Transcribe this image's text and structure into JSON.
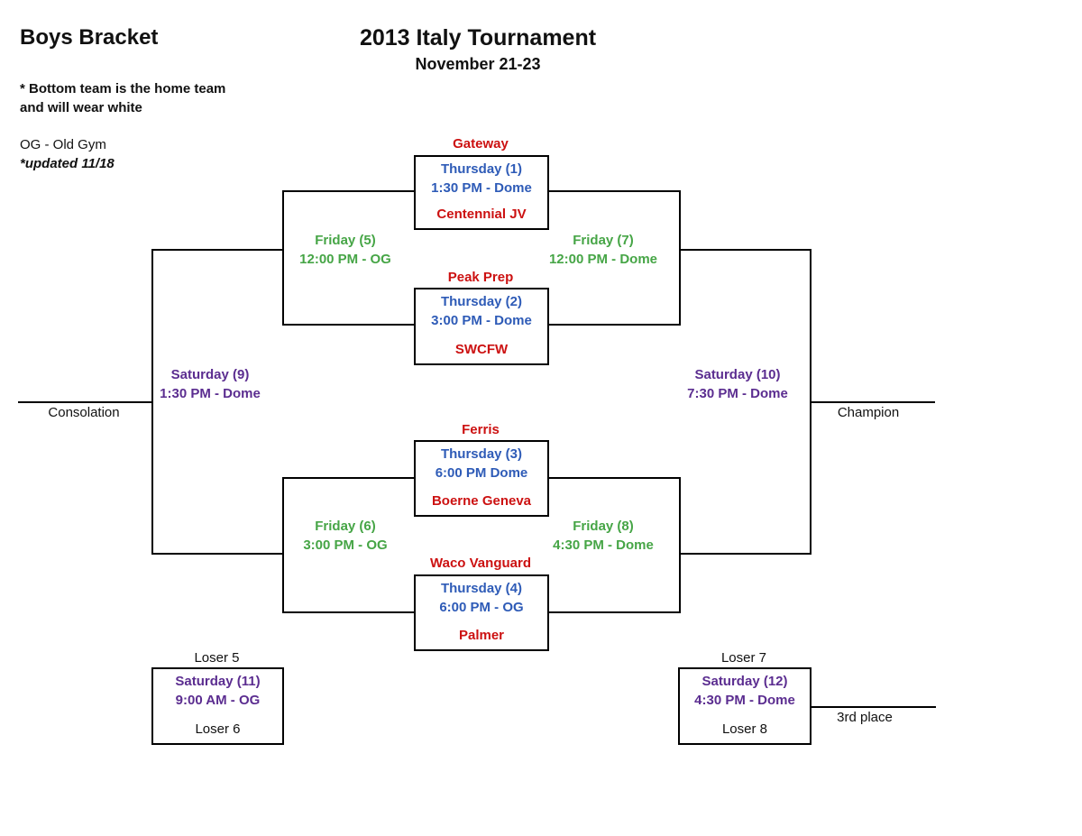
{
  "header": {
    "bracket_label": "Boys Bracket",
    "title": "2013 Italy Tournament",
    "subtitle": "November 21-23",
    "note_line1": "* Bottom team is the home team",
    "note_line2": "and will wear white",
    "legend": "OG - Old Gym",
    "updated": "*updated 11/18"
  },
  "colors": {
    "team_red": "#cc1111",
    "thursday_blue": "#2e5bb7",
    "friday_green": "#46a546",
    "saturday_purple": "#5b2d90",
    "line_black": "#000000"
  },
  "games": {
    "g1": {
      "top_team": "Gateway",
      "day": "Thursday (1)",
      "time": "1:30 PM - Dome",
      "bottom_team": "Centennial JV"
    },
    "g2": {
      "top_team": "Peak Prep",
      "day": "Thursday (2)",
      "time": "3:00 PM - Dome",
      "bottom_team": "SWCFW"
    },
    "g3": {
      "top_team": "Ferris",
      "day": "Thursday (3)",
      "time": "6:00 PM Dome",
      "bottom_team": "Boerne Geneva"
    },
    "g4": {
      "top_team": "Waco Vanguard",
      "day": "Thursday (4)",
      "time": "6:00 PM - OG",
      "bottom_team": "Palmer"
    },
    "g5": {
      "day": "Friday (5)",
      "time": "12:00 PM - OG"
    },
    "g6": {
      "day": "Friday (6)",
      "time": "3:00 PM - OG"
    },
    "g7": {
      "day": "Friday (7)",
      "time": "12:00 PM - Dome"
    },
    "g8": {
      "day": "Friday (8)",
      "time": "4:30 PM - Dome"
    },
    "g9": {
      "day": "Saturday (9)",
      "time": "1:30 PM - Dome"
    },
    "g10": {
      "day": "Saturday (10)",
      "time": "7:30 PM - Dome"
    },
    "g11": {
      "top_team": "Loser 5",
      "day": "Saturday (11)",
      "time": "9:00 AM - OG",
      "bottom_team": "Loser 6"
    },
    "g12": {
      "top_team": "Loser 7",
      "day": "Saturday (12)",
      "time": "4:30 PM - Dome",
      "bottom_team": "Loser 8"
    }
  },
  "placements": {
    "consolation": "Consolation",
    "champion": "Champion",
    "third_place": "3rd place"
  }
}
